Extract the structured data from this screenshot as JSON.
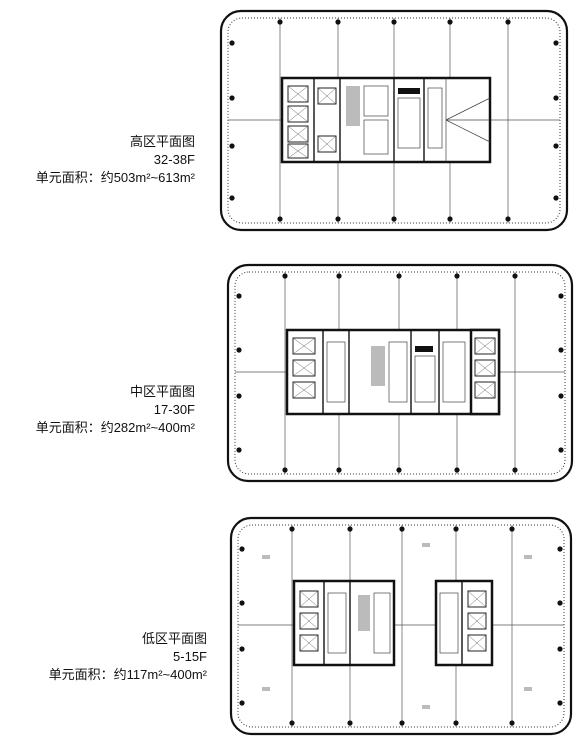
{
  "plans": [
    {
      "name": "高区平面图",
      "floors": "32-38F",
      "area_label": "单元面积：",
      "area_value": "约503m²~613m²"
    },
    {
      "name": "中区平面图",
      "floors": "17-30F",
      "area_label": "单元面积：",
      "area_value": "约282m²~400m²"
    },
    {
      "name": "低区平面图",
      "floors": "5-15F",
      "area_label": "单元面积：",
      "area_value": "约117m²~400m²"
    }
  ]
}
